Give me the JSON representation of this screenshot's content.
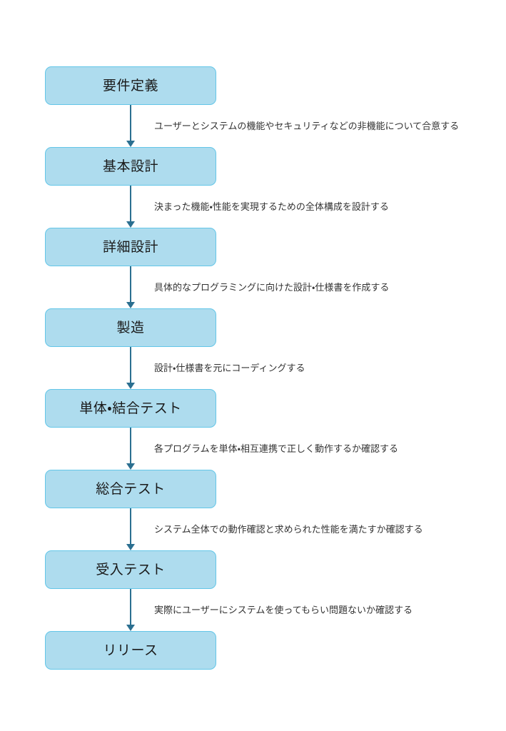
{
  "diagram": {
    "type": "flowchart",
    "orientation": "top-to-bottom",
    "background_color": "#ffffff",
    "node_fill_color": "#aedcee",
    "node_border_color": "#63c6e8",
    "node_text_color": "#1a1a1a",
    "edge_color": "#2b6f90",
    "edge_label_color": "#333333",
    "nodes": [
      {
        "id": "requirements",
        "label": "要件定義"
      },
      {
        "id": "basic-design",
        "label": "基本設計"
      },
      {
        "id": "detailed-design",
        "label": "詳細設計"
      },
      {
        "id": "manufacturing",
        "label": "製造"
      },
      {
        "id": "unit-integration-test",
        "label": "単体・結合テスト"
      },
      {
        "id": "system-test",
        "label": "総合テスト"
      },
      {
        "id": "acceptance-test",
        "label": "受入テスト"
      },
      {
        "id": "release",
        "label": "リリース"
      }
    ],
    "edges": [
      {
        "from": "requirements",
        "to": "basic-design",
        "label": "ユーザーとシステムの機能やセキュリティなどの非機能について合意する"
      },
      {
        "from": "basic-design",
        "to": "detailed-design",
        "label": "決まった機能・性能を実現するための全体構成を設計する"
      },
      {
        "from": "detailed-design",
        "to": "manufacturing",
        "label": "具体的なプログラミングに向けた設計・仕様書を作成する"
      },
      {
        "from": "manufacturing",
        "to": "unit-integration-test",
        "label": "設計・仕様書を元にコーディングする"
      },
      {
        "from": "unit-integration-test",
        "to": "system-test",
        "label": "各プログラムを単体・相互連携で正しく動作するか確認する"
      },
      {
        "from": "system-test",
        "to": "acceptance-test",
        "label": "システム全体での動作確認と求められた性能を満たすか確認する"
      },
      {
        "from": "acceptance-test",
        "to": "release",
        "label": "実際にユーザーにシステムを使ってもらい問題ないか確認する"
      }
    ]
  }
}
